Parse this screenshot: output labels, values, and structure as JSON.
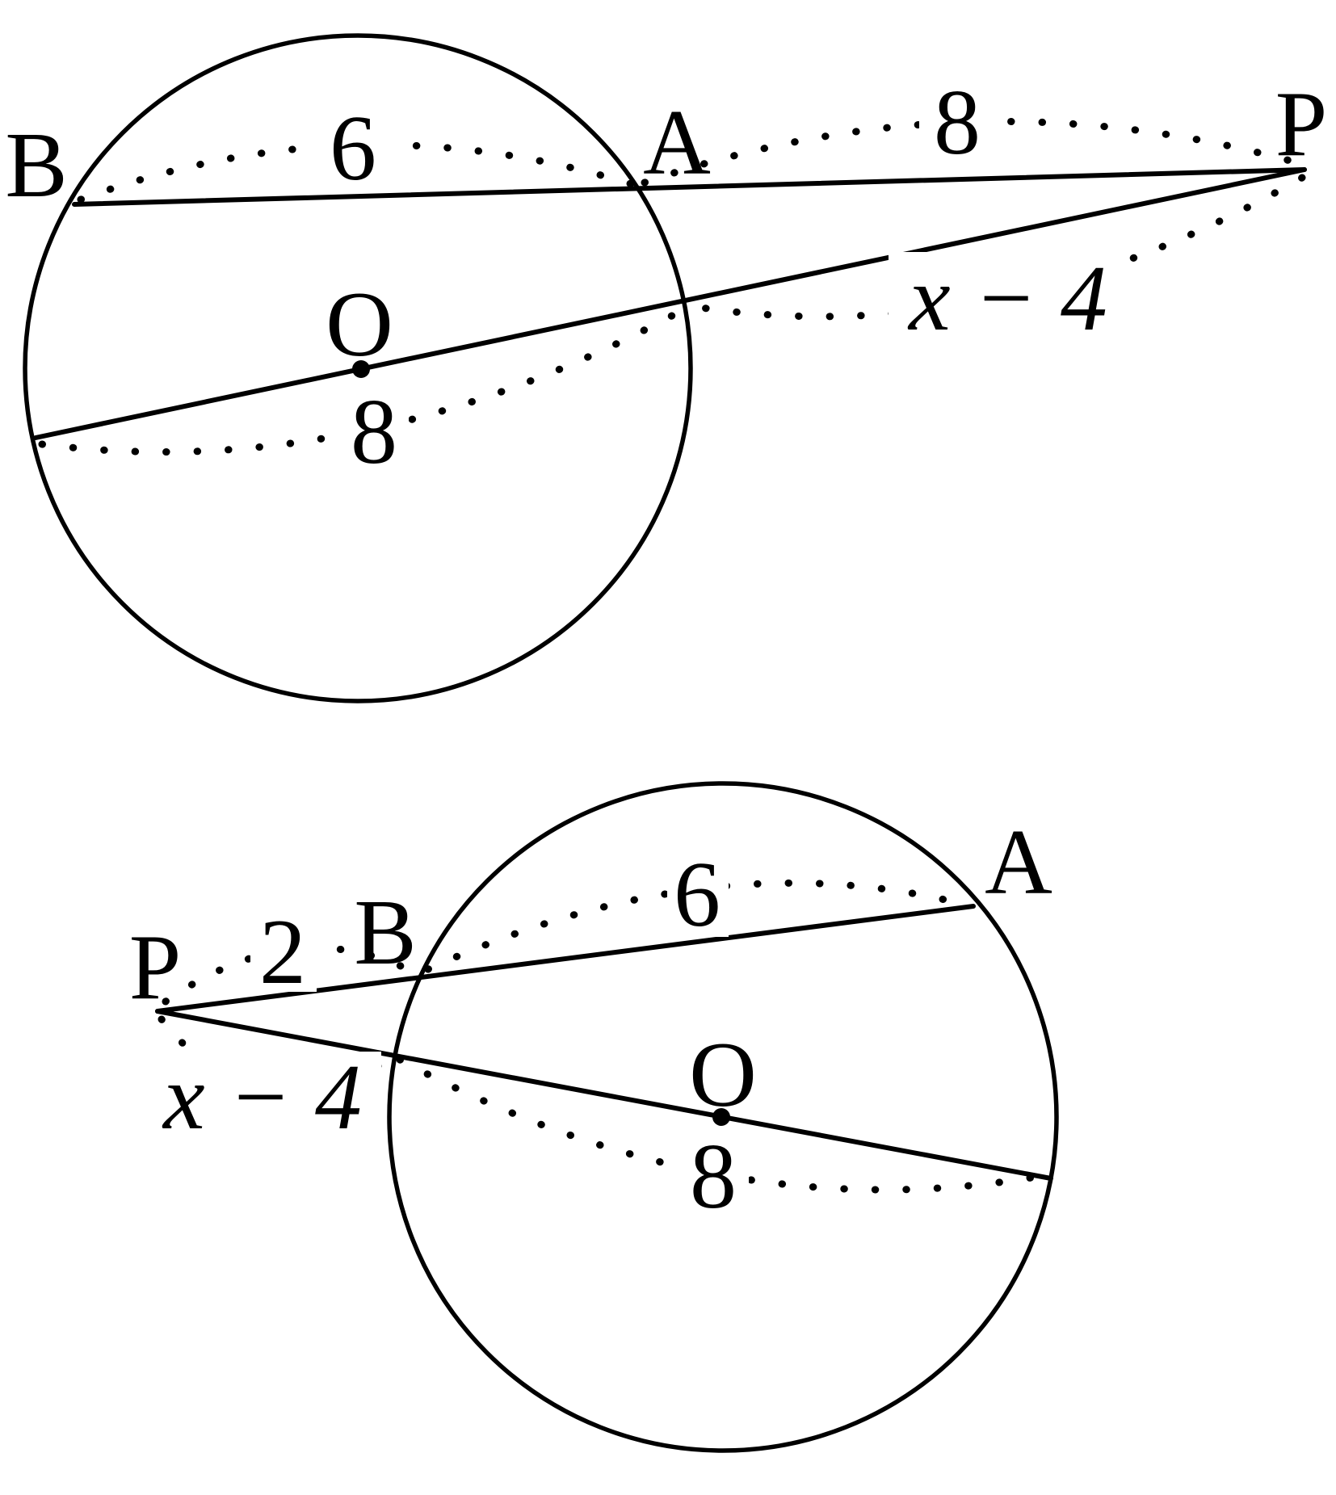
{
  "figure1": {
    "points": {
      "B": "B",
      "A": "A",
      "P": "P",
      "O": "O"
    },
    "measures": {
      "chord_ba": "6",
      "segment_ap": "8",
      "external_segment": "x − 4",
      "diameter": "8"
    }
  },
  "figure2": {
    "points": {
      "P": "P",
      "B": "B",
      "A": "A",
      "O": "O"
    },
    "measures": {
      "segment_pb": "2",
      "chord_ba": "6",
      "external_segment": "x − 4",
      "diameter": "8"
    }
  }
}
